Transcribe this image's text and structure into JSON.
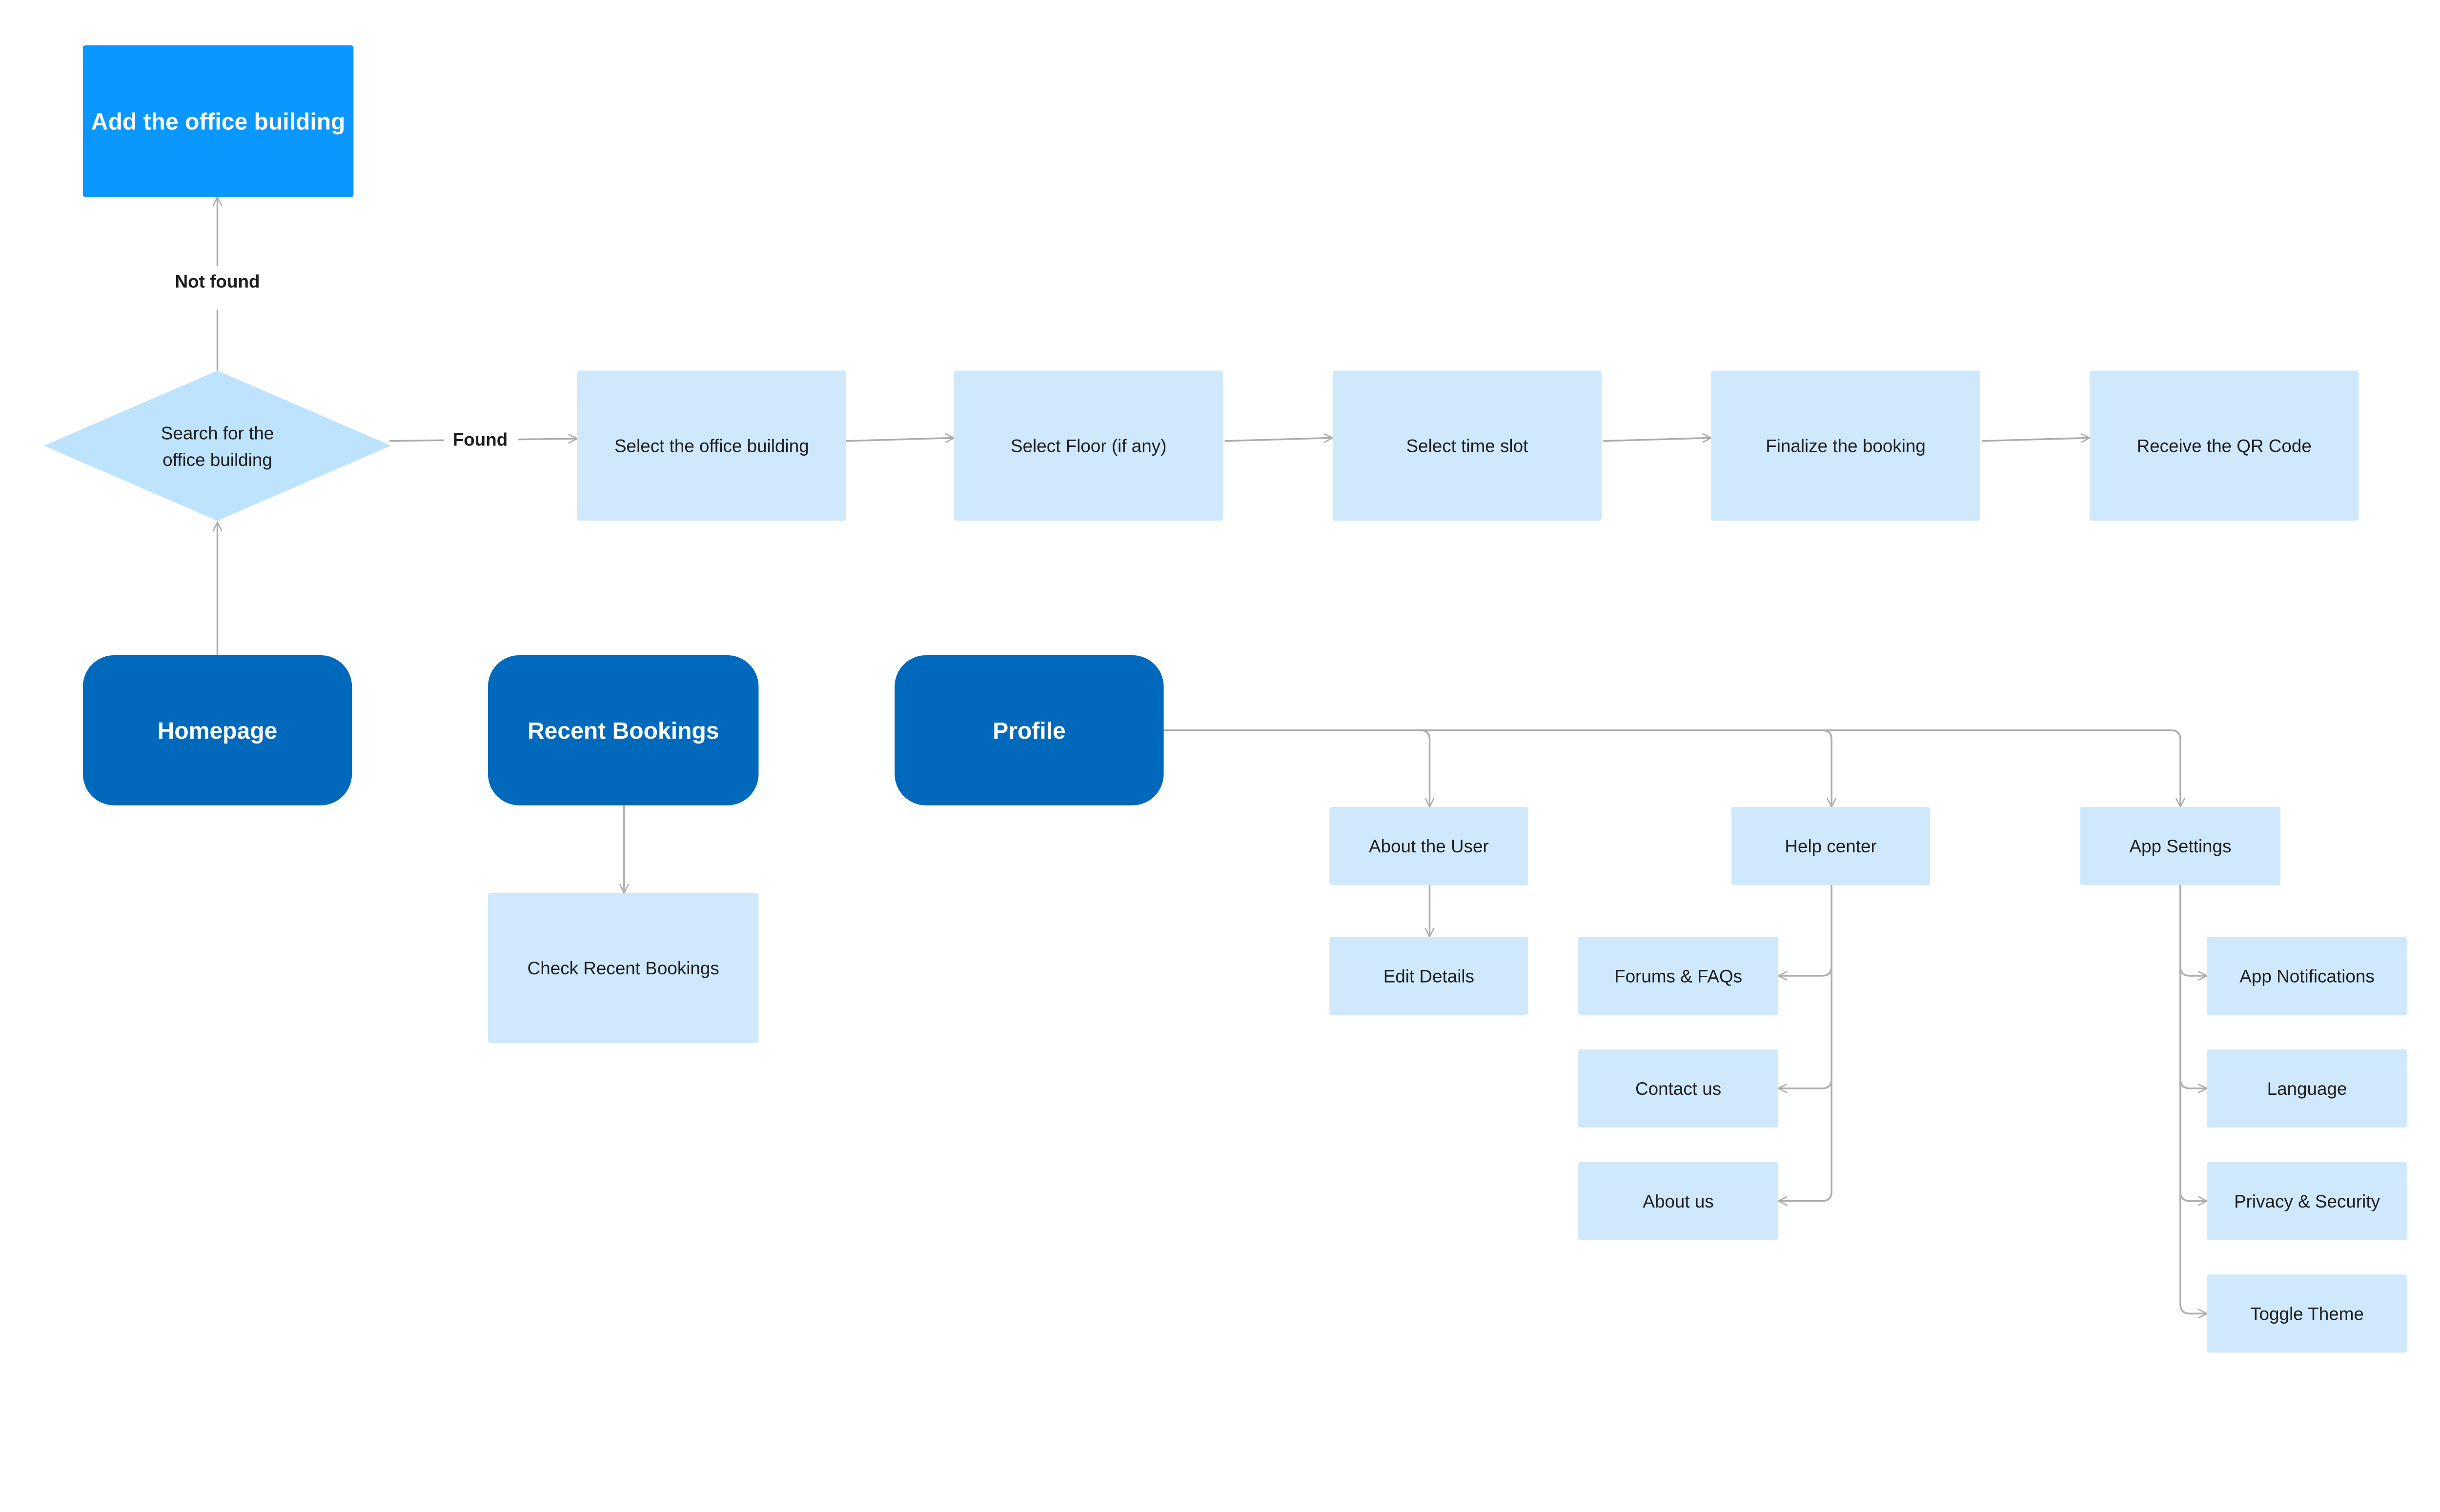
{
  "colors": {
    "add_node": "#0A97FF",
    "decision": "#BDE3FD",
    "step": "#CFE8FC",
    "screen": "#0069BC",
    "edge": "#ADADAD",
    "text_dark": "#1E1E1E",
    "text_light": "#FFFFFF"
  },
  "nodes": {
    "add_building": "Add the office building",
    "search": [
      "Search for the",
      "office building"
    ],
    "select_building": "Select the office building",
    "select_floor": "Select Floor (if any)",
    "select_time": "Select time slot",
    "finalize": "Finalize the booking",
    "receive_qr": "Receive the QR Code",
    "homepage": "Homepage",
    "recent_bookings": "Recent Bookings",
    "profile": "Profile",
    "check_recent": "Check Recent Bookings",
    "about_user": "About the User",
    "help_center": "Help center",
    "app_settings": "App Settings",
    "edit_details": "Edit Details",
    "forums": "Forums & FAQs",
    "contact": "Contact us",
    "about_us": "About us",
    "notifications": "App Notifications",
    "language": "Language",
    "privacy": "Privacy & Security",
    "theme": "Toggle Theme"
  },
  "edge_labels": {
    "not_found": "Not found",
    "found": "Found"
  }
}
